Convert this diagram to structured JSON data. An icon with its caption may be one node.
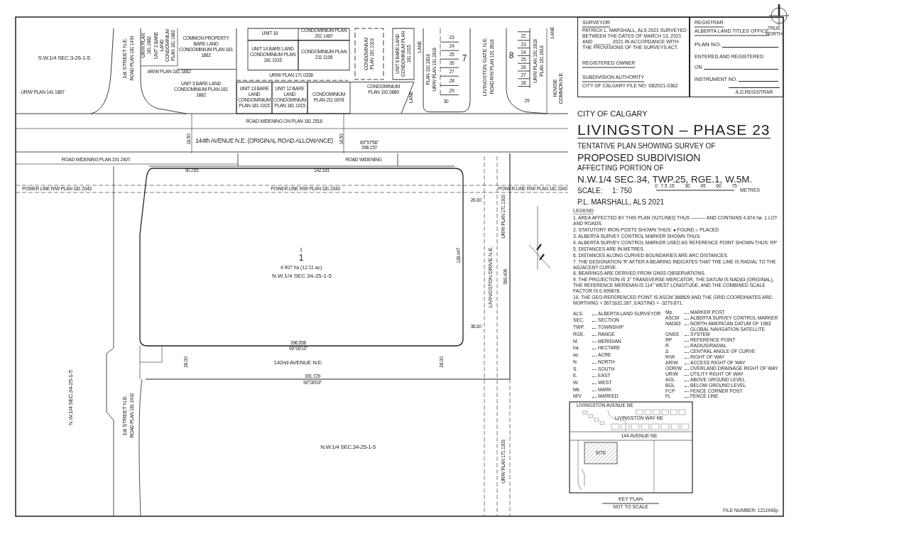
{
  "diagram": {
    "title": "LIVINGSTON – PHASE 23",
    "nodes": [
      {
        "text": [
          "SURVEYOR",
          "PATRICK L. MARSHALL, ALS 2021 SURVEYED BETWEEN THE DATES OF MARCH 13, 2021 AND ______, 2021 IN ACCORDANCE WITH THE PROVISIONS OF THE SURVEYS ACT.",
          "REGISTERED OWNER",
          "SUBDIVISION AUTHORITY",
          "CITY OF CALGARY FILE NO: SB2021-0362"
        ]
      },
      {
        "text": [
          "REGISTRAR",
          "ALBERTA LAND TITLES OFFICE",
          "PLAN NO.",
          "ENTERED AND REGISTERED",
          "ON",
          "INSTRUMENT NO.",
          "A.D.REGISTRAR"
        ]
      },
      {
        "text": [
          "1",
          "1",
          "4.907 ha (12.11 ac)",
          "N.W.1/4 SEC.34-25-1-5"
        ]
      },
      {
        "text": [
          "KEY PLAN",
          "NOT TO SCALE"
        ]
      }
    ],
    "labels": [
      "S.W.1/4 SEC.3-26-1-5",
      "UR/W PLAN 141 1867",
      "1st STREET N.E.",
      "ROAD PLAN 181 1434",
      "UR/W PLAN 181 1882",
      "UNIT 2 BARE LAND CONDOMINIUM PLAN 181 1882",
      "COMMON PROPERTY BARE LAND CONDOMINIUM PLAN 181 1882",
      "AR/W PLAN 181 1882",
      "UNIT 3 BARE LAND CONDOMINIUM PLAN 181 1882",
      "UNIT 16",
      "UNIT 14 BARE LAND CONDOMINIUM PLAN 181 1015",
      "CONDOMINIUM PLAN 201 1487",
      "CONDOMINIUM PLAN 211 1105",
      "UR/W PLAN 171 0338",
      "UNIT 13 BARE LAND CONDOMINIUM PLAN 181 1015",
      "UNIT 12 BARE LAND CONDOMINIUM PLAN 181 1015",
      "CONDOMINIUM PLAN 211 0678",
      "CONDOMINIUM PLAN 191 1019",
      "UNIT 6 BARE LAND CONDOMINIUM PLAN 181 1015",
      "LANE",
      "CONDOMINIUM PLAN 191 0689",
      "LANE",
      "23",
      "24",
      "25",
      "26",
      "27",
      "28",
      "29",
      "30",
      "PLAN 191 2818",
      "UR/W PLAN 191 2818",
      "7",
      "LIVINGSTON GATE N.E.",
      "ROAD R/W PLAN 191 2818",
      "8",
      "22",
      "23",
      "24",
      "25",
      "26",
      "27",
      "28",
      "29",
      "UR/W PLAN 191 2818",
      "PLAN 191 2818",
      "LANE",
      "HOWSE COMMON N.E.",
      "ROAD WIDENING ON PLAN 181 2518",
      "144th AVENUE N.E. (ORIGINAL ROAD ALLOWANCE)",
      "18.50",
      "18.50",
      "ROAD WIDENING PLAN 191 2407",
      "ROAD WIDENING",
      "POWER LINE R/W PLAN 181 2043",
      "POWER LINE R/W PLAN 181 2043",
      "POWER LINE R/W PLAN 181 2043",
      "89°57'56\"",
      "396.157",
      "50.255",
      "142.161",
      "LIVINGSTON DRIVE N.E.",
      "UR/W PLAN 171 1303",
      "396.556",
      "90°00'10\"",
      "142nd AVENUE N.E.",
      "28.00",
      "28.00",
      "391.729",
      "90°00'03\"",
      "36.00",
      "26.00",
      "N.W.1/4 SEC.34-25-1-5",
      "1st STREET N.E.",
      "ROAD PLAN 181 2402",
      "N.W.1/4 SEC.34-25-1-5",
      "UR/W PLAN 171 1303",
      "128.447",
      "360.409",
      "CITY OF CALGARY",
      "TENTATIVE PLAN SHOWING SURVEY OF",
      "PROPOSED SUBDIVISION",
      "AFFECTING PORTION OF",
      "N.W.1/4 SEC.34, TWP.25, RGE.1, W.5M.",
      "SCALE:",
      "1: 750",
      "0",
      "7.5",
      "15",
      "30",
      "45",
      "60",
      "75",
      "METRES",
      "P.L. MARSHALL, ALS 2021",
      "LEGEND",
      "1. AREA AFFECTED BY THIS PLAN OUTLINED THUS ——— AND CONTAINS 4.874 ha. 1 LOT AND ROADS.",
      "2. STATUTORY IRON POSTS SHOWN THUS: ● FOUND ○ PLACED",
      "3. ALBERTA SURVEY CONTROL MARKER SHOWN THUS:",
      "4. ALBERTA SURVEY CONTROL MARKER USED AS REFERENCE POINT SHOWN THUS: RP",
      "5. DISTANCES ARE IN METRES.",
      "6. DISTANCES ALONG CURVED BOUNDARIES ARE ARC DISTANCES.",
      "7. THE DESIGNATION 'R' AFTER A BEARING INDICATES THAT THE LINE IS RADIAL TO THE ADJACENT CURVE.",
      "8. BEARINGS ARE DERIVED FROM GNSS OBSERVATIONS.",
      "9. THE PROJECTION IS 3° TRANSVERSE MERCATOR, THE DATUM IS NAD83 (ORIGINAL), THE REFERENCE MERIDIAN IS 114° WEST LONGITUDE, AND THE COMBINED SCALE FACTOR IS 0.999878.",
      "10. THE GEO-REFERENCED POINT IS ASCM 388509 AND THE GRID COORDINATES ARE: NORTHING = 5671632.287, EASTING = -3279.871.",
      "ALS.",
      "ALBERTA LAND SURVEYOR",
      "SEC.",
      "SECTION",
      "TWP.",
      "TOWNSHIP",
      "RGE.",
      "RANGE",
      "M.",
      "MERIDIAN",
      "ha.",
      "HECTARE",
      "ac.",
      "ACRE",
      "N.",
      "NORTH",
      "S.",
      "SOUTH",
      "E.",
      "EAST",
      "W.",
      "WEST",
      "Mk.",
      "MARK",
      "M/V",
      "MARKED",
      "Mp.",
      "MARKER POST",
      "ASCM",
      "ALBERTA SURVEY CONTROL MARKER",
      "NAD83",
      "NORTH AMERICAN DATUM OF 1983",
      "GNSS",
      "GLOBAL NAVIGATION SATELLITE SYSTEM",
      "RP",
      "REFERENCE POINT",
      "R",
      "RADIUS/RADIAL",
      "Δ",
      "CENTRAL ANGLE OF CURVE",
      "R/W",
      "RIGHT OF WAY",
      "AR/W",
      "ACCESS RIGHT OF WAY",
      "ODR/W",
      "OVERLAND DRAINAGE RIGHT OF WAY",
      "UR/W",
      "UTILITY RIGHT OF WAY",
      "AGL",
      "ABOVE GROUND LEVEL",
      "BGL",
      "BELOW GROUND LEVEL",
      "FCP",
      "FENCE CORNER POST",
      "FL",
      "FENCE LINE",
      "TRUE NORTH",
      "LIVINGSTON AVENUE NE",
      "LIVINGSTON WAY NE",
      "144 AVENUE NE",
      "SITE",
      "FILE NUMBER: 1211940p"
    ]
  }
}
